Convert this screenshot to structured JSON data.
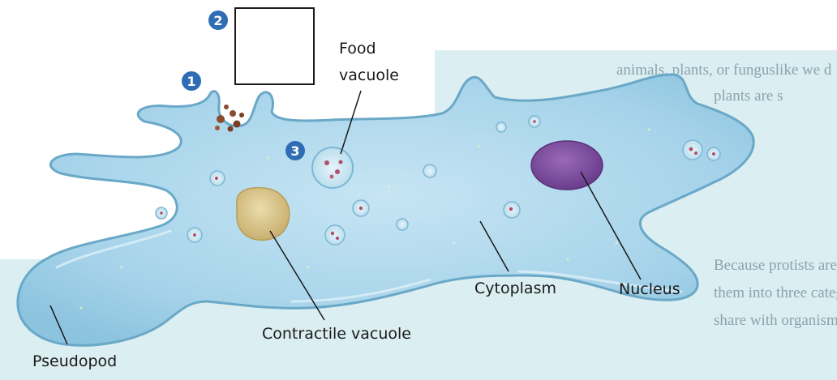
{
  "labels": {
    "food_vacuole_line1": "Food",
    "food_vacuole_line2": "vacuole",
    "nucleus": "Nucleus",
    "cytoplasm": "Cytoplasm",
    "contractile_vacuole": "Contractile vacuole",
    "pseudopod": "Pseudopod"
  },
  "steps": [
    "1",
    "2",
    "3"
  ],
  "background_text": {
    "line1": "animals, plants, or funguslike we d",
    "line2": "plants are s",
    "line3": "Because protists are s",
    "line4": "them into three categories based",
    "line5": "share with organisms"
  },
  "colors": {
    "badge": "#2e6db3",
    "cell_body": "#a9d6ec",
    "cell_outline": "#5d9ec1",
    "nucleus": "#7a4a9c",
    "contractile_vacuole": "#d8c48a",
    "food_particles": "#8a4b2e",
    "page_background": "#dceff2"
  }
}
